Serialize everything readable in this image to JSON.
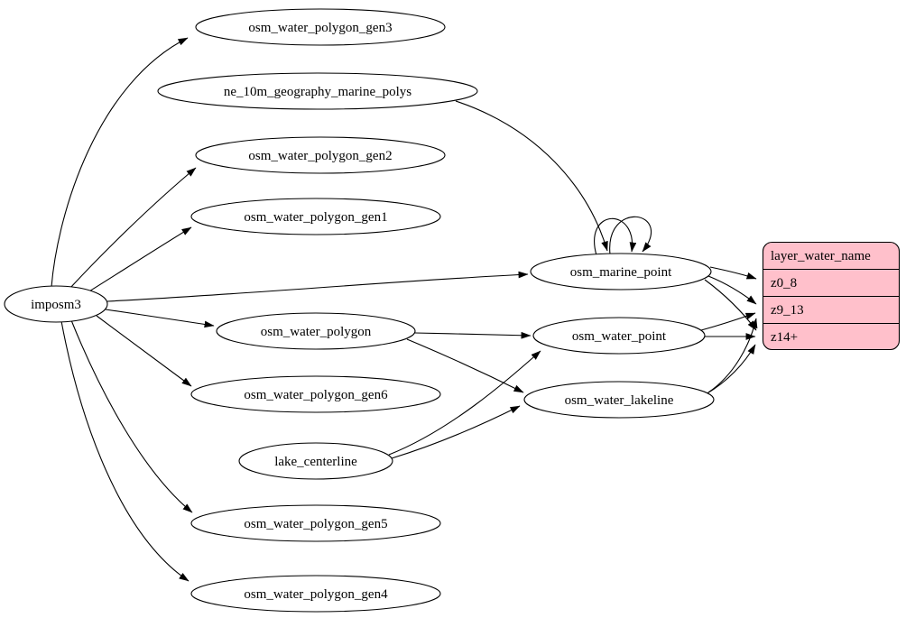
{
  "diagram": {
    "background": "#ffffff",
    "edge_color": "#000000",
    "node_fill": "#ffffff",
    "node_stroke": "#000000",
    "text_color": "#000000"
  },
  "nodes": {
    "imposm3": {
      "label": "imposm3"
    },
    "osm_water_polygon_gen3": {
      "label": "osm_water_polygon_gen3"
    },
    "ne_10m_geography_marine_polys": {
      "label": "ne_10m_geography_marine_polys"
    },
    "osm_water_polygon_gen2": {
      "label": "osm_water_polygon_gen2"
    },
    "osm_water_polygon_gen1": {
      "label": "osm_water_polygon_gen1"
    },
    "osm_marine_point": {
      "label": "osm_marine_point"
    },
    "osm_water_polygon": {
      "label": "osm_water_polygon"
    },
    "osm_water_point": {
      "label": "osm_water_point"
    },
    "osm_water_polygon_gen6": {
      "label": "osm_water_polygon_gen6"
    },
    "osm_water_lakeline": {
      "label": "osm_water_lakeline"
    },
    "lake_centerline": {
      "label": "lake_centerline"
    },
    "osm_water_polygon_gen5": {
      "label": "osm_water_polygon_gen5"
    },
    "osm_water_polygon_gen4": {
      "label": "osm_water_polygon_gen4"
    }
  },
  "record": {
    "title": "layer_water_name",
    "rows": {
      "0": "z0_8",
      "1": "z9_13",
      "2": "z14+"
    },
    "fill": "#ffc0cb",
    "stroke": "#000000"
  }
}
